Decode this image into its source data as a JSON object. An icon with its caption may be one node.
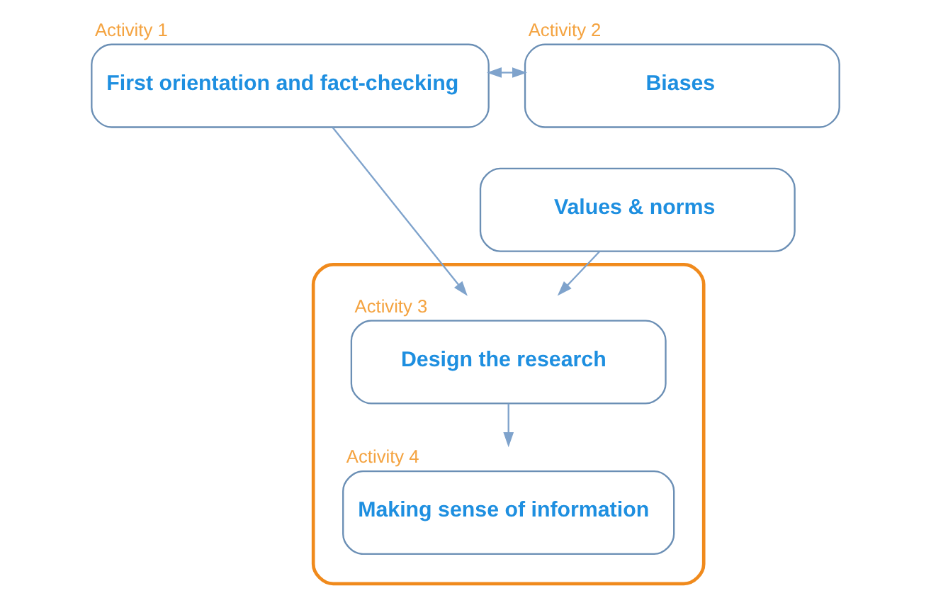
{
  "diagram": {
    "nodes": [
      {
        "text": [
          "First orientation and fact-checking"
        ],
        "beside": [
          "Activity 1"
        ]
      },
      {
        "text": [
          "Biases"
        ],
        "beside": [
          "Activity 2"
        ]
      },
      {
        "text": [
          "Values & norms"
        ]
      },
      {
        "text": [],
        "shape": "ellipse"
      },
      {
        "text": [
          "Design the research"
        ],
        "beside": [
          "Activity 3"
        ],
        "in": 3
      },
      {
        "text": [
          "Making sense of information"
        ],
        "beside": [
          "Activity 4"
        ],
        "in": 3
      }
    ],
    "edges": [
      {
        "from": 0,
        "to": 1,
        "arrow": "both"
      },
      {
        "from": 0,
        "to": 4,
        "arrow": "to"
      },
      {
        "from": 2,
        "to": 4,
        "arrow": "to"
      },
      {
        "from": 4,
        "to": 5,
        "arrow": "to"
      }
    ]
  }
}
